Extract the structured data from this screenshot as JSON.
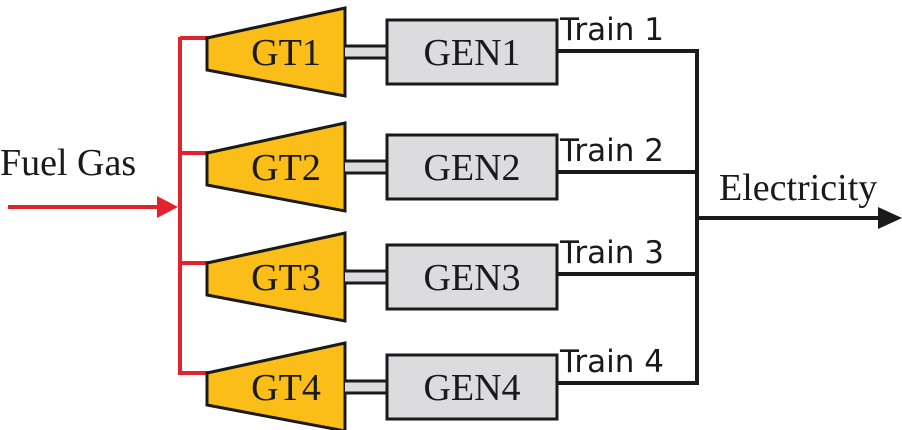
{
  "diagram": {
    "input_label": "Fuel Gas",
    "output_label": "Electricity",
    "colors": {
      "fuel_line": "#e3232b",
      "turbine_fill": "#fbbd18",
      "generator_fill": "#dcdcde",
      "stroke": "#1a1a1a",
      "shaft_fill": "#dcdcde"
    },
    "trains": [
      {
        "turbine": "GT1",
        "generator": "GEN1",
        "label": "Train 1"
      },
      {
        "turbine": "GT2",
        "generator": "GEN2",
        "label": "Train 2"
      },
      {
        "turbine": "GT3",
        "generator": "GEN3",
        "label": "Train 3"
      },
      {
        "turbine": "GT4",
        "generator": "GEN4",
        "label": "Train 4"
      }
    ]
  }
}
